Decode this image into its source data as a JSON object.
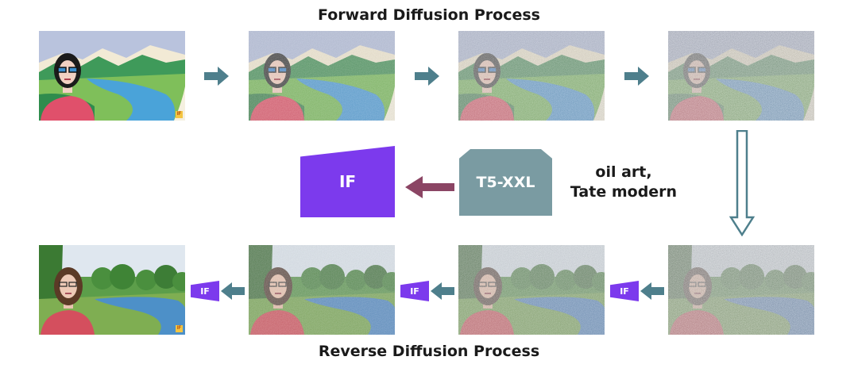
{
  "diagram": {
    "forward_title": "Forward Diffusion Process",
    "reverse_title": "Reverse Diffusion Process",
    "model_label": "IF",
    "encoder_label": "T5-XXL",
    "prompt_line1": "oil art,",
    "prompt_line2": "Tate modern",
    "badge_label": "IF"
  },
  "colors": {
    "if_purple": "#7c3aed",
    "t5_teal": "#7a9ba2",
    "arrow_teal": "#4e7f8c",
    "arrow_maroon": "#8b4564"
  }
}
